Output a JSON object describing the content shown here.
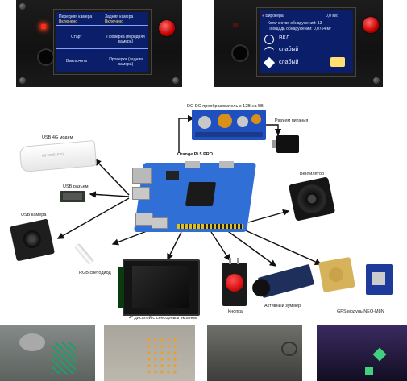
{
  "screen_left": {
    "rows": [
      [
        "Передняя камера",
        "Задняя камера"
      ],
      [
        "Включено",
        "Включено"
      ],
      [
        "Старт",
        "Проверка (передняя камера)"
      ],
      [
        "Выключить",
        "Проверка (задняя камера)"
      ]
    ]
  },
  "screen_right": {
    "line1_left": "Бйрокера",
    "line1_right": "0,0 м/с",
    "line2": "Количество обнаружений: 13",
    "line3": "Площадь обнаружений: 0,0764 м²",
    "on_label": "ВКЛ",
    "weak1": "слабый",
    "weak2": "слабый"
  },
  "diagram": {
    "dcdc_label": "DC-DC преобразователь с 12В на 5В",
    "power_connector_label": "Разъем питания",
    "usb_modem_label": "USB 4G модем",
    "usb_connector_label": "USB разъем",
    "board_label": "Orange Pi 5 PRO",
    "fan_label": "Вентилятор",
    "usb_camera_label": "USB камера",
    "rgb_led_label": "RGB светодиод",
    "display_label": "4\" дисплей с сенсорным экраном",
    "button_label": "Кнопка",
    "buzzer_label": "Активный зуммер",
    "gps_label": "GPS модуль NEO-M8N",
    "modem_brand": "4G WIRELESS"
  },
  "colors": {
    "board_blue": "#2f6fd6",
    "screen_blue": "#0a1e6a",
    "dcdc_blue": "#2050c0",
    "button_red": "#d81010"
  }
}
